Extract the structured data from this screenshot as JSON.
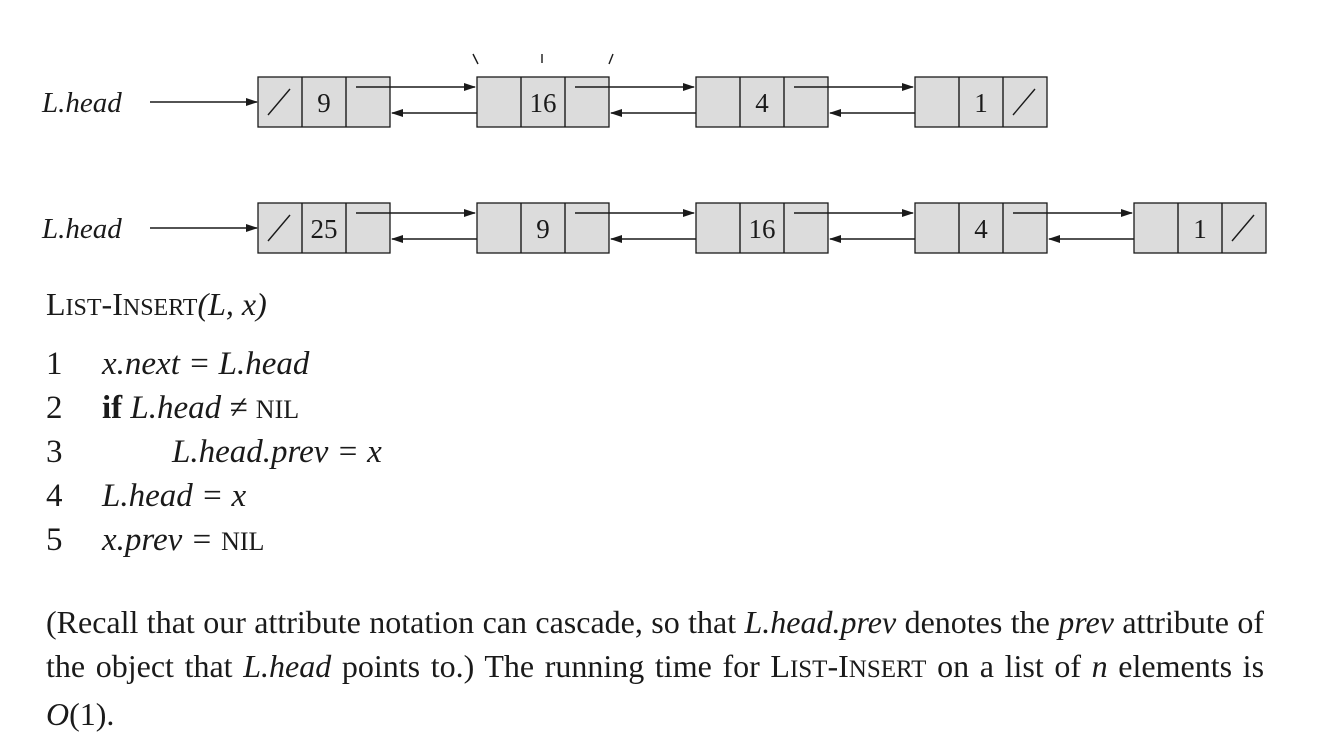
{
  "diagram": {
    "head_label": "L.head",
    "list_a": [
      "9",
      "16",
      "4",
      "1"
    ],
    "list_b": [
      "25",
      "9",
      "16",
      "4",
      "1"
    ]
  },
  "procedure": {
    "name_l": "L",
    "name_ist": "IST",
    "name_dash": "-",
    "name_i": "I",
    "name_nsert": "NSERT",
    "params": "(L, x)",
    "lines": [
      {
        "no": "1",
        "text": "x.next = L.head"
      },
      {
        "no": "2",
        "kw": "if",
        "text": "L.head ≠",
        "nil": "NIL"
      },
      {
        "no": "3",
        "text": "L.head.prev = x"
      },
      {
        "no": "4",
        "text": "L.head = x"
      },
      {
        "no": "5",
        "text": "x.prev =",
        "nil": "NIL"
      }
    ]
  },
  "paragraph": {
    "p1": "(Recall that our attribute notation can cascade, so that ",
    "m1": "L.head.prev",
    "p2": " denotes the ",
    "m2": "prev",
    "p3": " attribute of the object that ",
    "m3": "L.head",
    "p4": " points to.)  The running time for L",
    "sc1": "IST",
    "p5": "-I",
    "sc2": "NSERT",
    "p6": " on a list of ",
    "m4": "n",
    "p7": " elements is ",
    "m5": "O",
    "p8": "(1)."
  }
}
